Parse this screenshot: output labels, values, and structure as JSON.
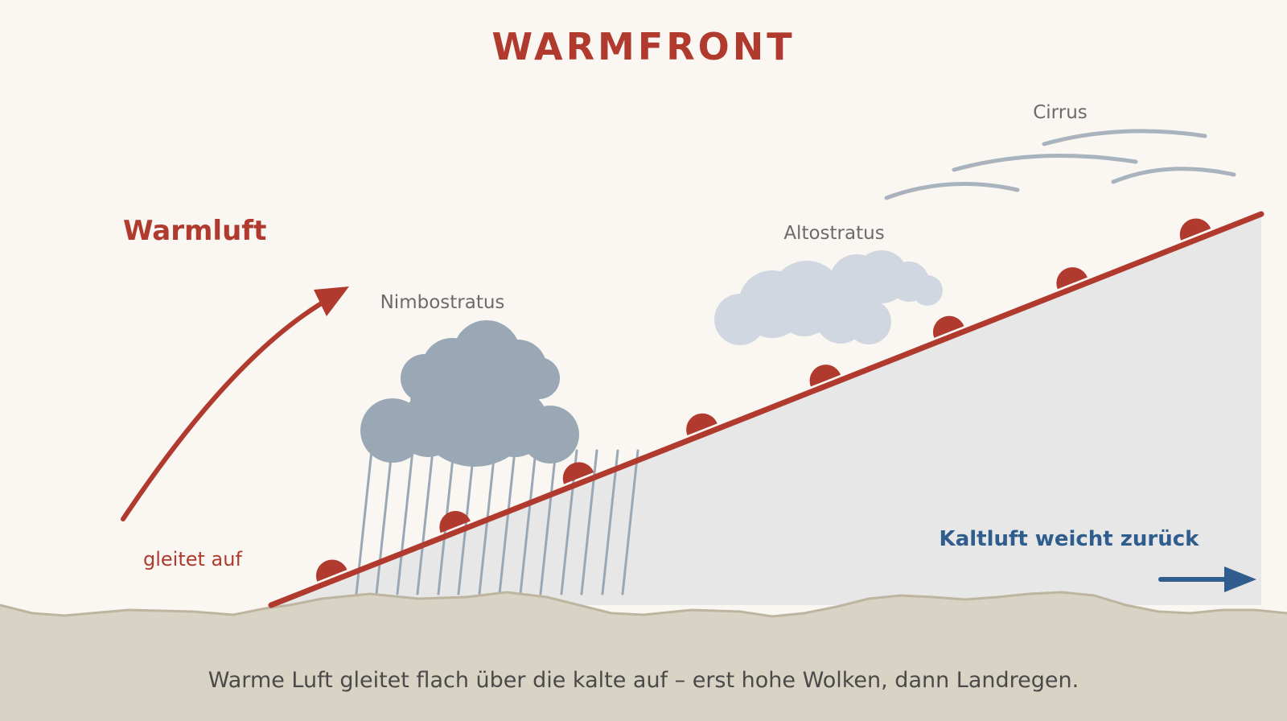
{
  "title": "WARMFRONT",
  "labels": {
    "warm_air": "Warmluft",
    "glides_up": "gleitet auf",
    "cold_air_retreats": "Kaltluft weicht zurück"
  },
  "clouds": {
    "nimbostratus": "Nimbostratus",
    "altostratus": "Altostratus",
    "cirrus": "Cirrus"
  },
  "caption": "Warme Luft gleitet flach über die kalte auf – erst hohe Wolken, dann Landregen.",
  "colors": {
    "background": "#faf7f2",
    "warm_red": "#b03a2e",
    "cold_blue": "#2e5d8e",
    "cold_air_wedge": "#e6e7e6",
    "ground": "#d8d3c4",
    "nimbostratus": "#9aa8b5",
    "altostratus": "#d0d7e0",
    "cirrus": "#a9b3bd",
    "label_gray": "#6b6b6b",
    "caption_text": "#4a4a4a"
  }
}
